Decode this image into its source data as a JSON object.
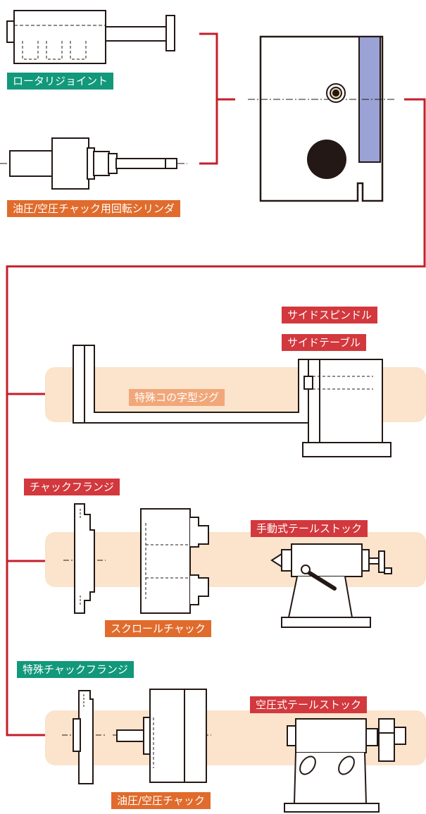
{
  "colors": {
    "connector": "#c41f2a",
    "band": "#fbe3cc",
    "green_label": "#12987a",
    "orange_label": "#e06b2c",
    "red_label": "#d2383d",
    "light_label": "#f1a77a",
    "spindle_face": "#9aa2d6",
    "line": "#231815"
  },
  "labels": {
    "rotary_joint": "ロータリジョイント",
    "rotary_cylinder": "油圧/空圧チャック用回転シリンダ",
    "side_spindle": "サイドスピンドル",
    "side_table": "サイドテーブル",
    "special_u_jig": "特殊コの字型ジグ",
    "chuck_flange": "チャックフランジ",
    "manual_tailstock": "手動式テールストック",
    "scroll_chuck": "スクロールチャック",
    "special_chuck_flange": "特殊チャックフランジ",
    "pneumatic_tailstock": "空圧式テールストック",
    "hydraulic_chuck": "油圧/空圧チャック"
  },
  "icons": [
    "rotary-joint-drawing",
    "rotary-cylinder-drawing",
    "rotary-table-drawing",
    "u-jig-drawing",
    "side-table-drawing",
    "chuck-flange-drawing",
    "scroll-chuck-drawing",
    "manual-tailstock-drawing",
    "special-chuck-flange-drawing",
    "hydraulic-chuck-drawing",
    "pneumatic-tailstock-drawing"
  ]
}
